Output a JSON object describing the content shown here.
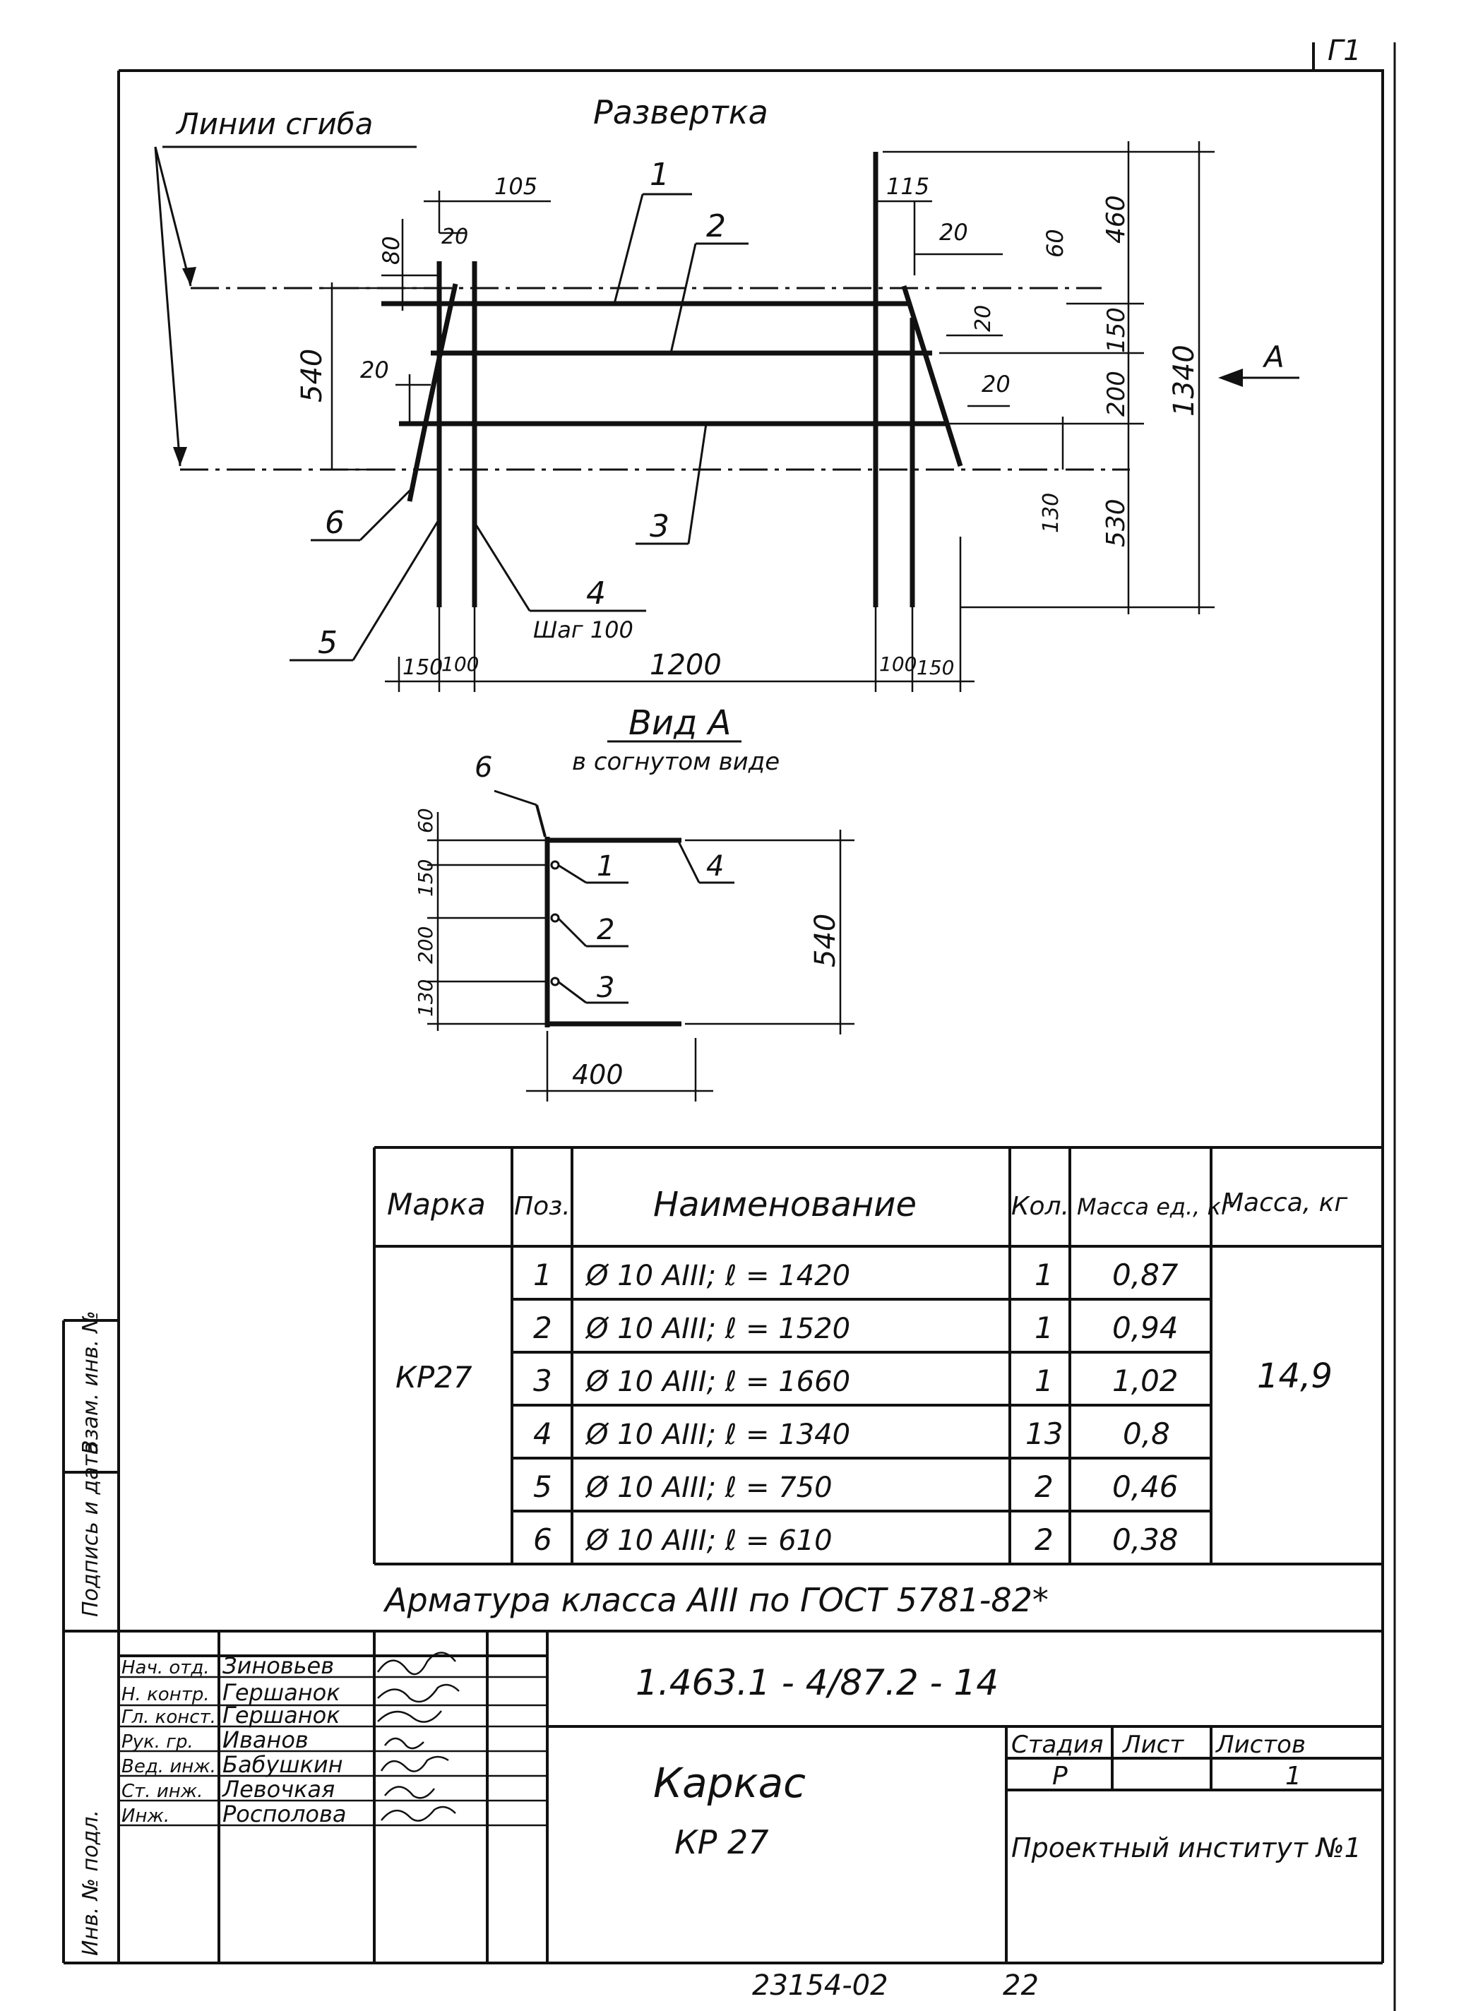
{
  "corner_mark": "Г1",
  "drawing": {
    "title": "Развертка",
    "bend_lines_label": "Линии сгиба",
    "view_label": "Вид А",
    "view_sub": "в согнутом виде",
    "arrow_label": "A",
    "step_label": "Шаг 100",
    "pos_labels": [
      "1",
      "2",
      "3",
      "4",
      "5",
      "6"
    ],
    "dims_top": [
      "105",
      "115",
      "80",
      "20",
      "20",
      "60",
      "20",
      "20",
      "20"
    ],
    "dims_left": [
      "540"
    ],
    "dims_right": [
      "460",
      "150",
      "200",
      "530",
      "1340",
      "130"
    ],
    "dims_bottom": [
      "150",
      "100",
      "1200",
      "100",
      "150"
    ],
    "view_dims_left": [
      "60",
      "150",
      "200",
      "130"
    ],
    "view_dims_right": [
      "540"
    ],
    "view_dims_bottom": [
      "400"
    ]
  },
  "spec_table": {
    "headers": [
      "Марка",
      "Поз.",
      "Наименование",
      "Кол.",
      "Масса ед., кг",
      "Масса, кг"
    ],
    "mark": "КР27",
    "total_mass": "14,9",
    "rows": [
      {
        "pos": "1",
        "name": "Ø 10 АIII;  ℓ = 1420",
        "qty": "1",
        "mass": "0,87"
      },
      {
        "pos": "2",
        "name": "Ø 10 АIII;  ℓ = 1520",
        "qty": "1",
        "mass": "0,94"
      },
      {
        "pos": "3",
        "name": "Ø 10 АIII;  ℓ = 1660",
        "qty": "1",
        "mass": "1,02"
      },
      {
        "pos": "4",
        "name": "Ø 10 АIII;  ℓ = 1340",
        "qty": "13",
        "mass": "0,8"
      },
      {
        "pos": "5",
        "name": "Ø 10 АIII;  ℓ = 750",
        "qty": "2",
        "mass": "0,46"
      },
      {
        "pos": "6",
        "name": "Ø 10 АIII;  ℓ = 610",
        "qty": "2",
        "mass": "0,38"
      }
    ],
    "note": "Арматура класса АIII по ГОСТ 5781-82*"
  },
  "title_block": {
    "doc_code": "1.463.1 - 4/87.2 - 14",
    "roles": [
      "Нач. отд.",
      "Н. контр.",
      "Гл. конст.",
      "Рук. гр.",
      "Вед. инж.",
      "Ст. инж.",
      "Инж."
    ],
    "names": [
      "Зиновьев",
      "Гершанок",
      "Гершанок",
      "Иванов",
      "Бабушкин",
      "Левочкая",
      "Росполова"
    ],
    "item_title": "Каркас",
    "item_mark": "КР 27",
    "stage_header": "Стадия",
    "sheet_header": "Лист",
    "sheets_header": "Листов",
    "stage": "Р",
    "sheet": "",
    "sheets": "1",
    "org": "Проектный институт №1"
  },
  "side_stamps": [
    "Инв. № подл.",
    "Подпись и дата",
    "Взам. инв. №"
  ],
  "footer": {
    "code": "23154-02",
    "page": "22"
  }
}
